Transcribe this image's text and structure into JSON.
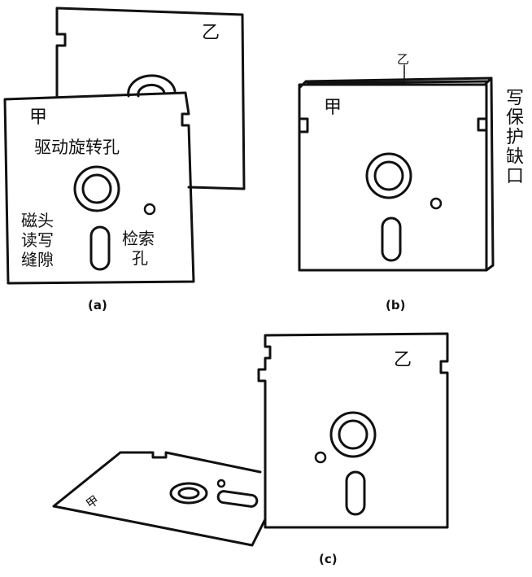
{
  "figure_a": {
    "caption": "(a)",
    "disk_back_mark": "乙",
    "disk_front_mark": "甲",
    "drive_hole_label": "驱动旋转孔",
    "head_slot_label": [
      "磁头",
      "读写",
      "缝隙"
    ],
    "index_hole_label": [
      "检索",
      "孔"
    ]
  },
  "figure_b": {
    "caption": "(b)",
    "top_mark": "乙",
    "front_mark": "甲",
    "write_protect_label": "写保护缺口"
  },
  "figure_c": {
    "caption": "(c)",
    "upright_mark": "乙",
    "tilted_mark": "甲"
  }
}
